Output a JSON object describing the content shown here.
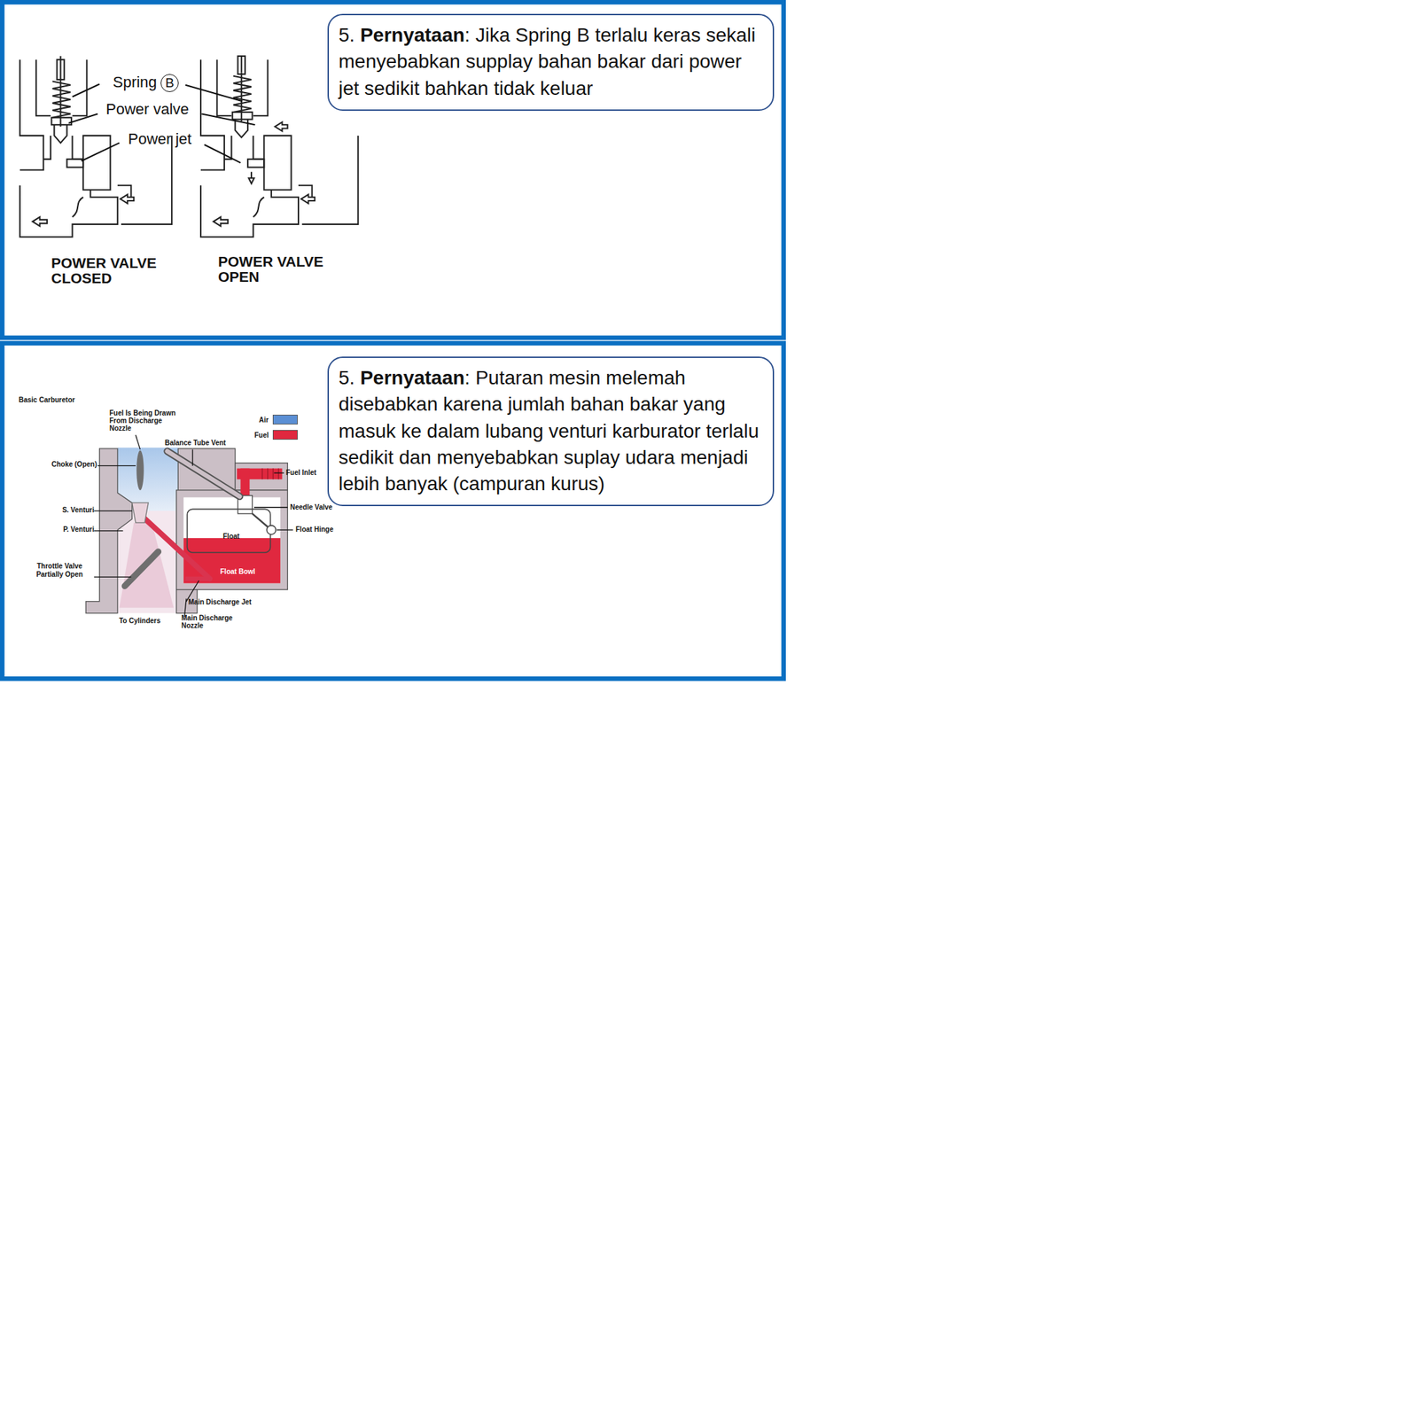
{
  "diagram": {
    "nodes": [
      {
        "text": [
          "5. Pernyataan: Jika Spring B terlalu keras sekali menyebabkan supplay bahan bakar dari power jet sedikit bahkan tidak keluar"
        ]
      },
      {
        "text": [
          "5. Pernyataan: Putaran mesin melemah disebabkan karena jumlah bahan bakar yang masuk ke dalam lubang venturi karburator terlalu sedikit dan menyebabkan suplay udara menjadi lebih banyak (campuran kurus)"
        ]
      }
    ],
    "edges": [],
    "labels": [
      "Spring",
      "B",
      "Power valve",
      "Power jet",
      "POWER VALVE CLOSED",
      "POWER VALVE OPEN",
      "Basic Carburetor",
      "Fuel Is Being Drawn From Discharge Nozzle",
      "Balance Tube Vent",
      "Choke (Open)",
      "Fuel Inlet",
      "S. Venturi",
      "Needle Valve",
      "P. Venturi",
      "Float Hinge",
      "Float",
      "Float Bowl",
      "Throttle Valve Partially Open",
      "Main Discharge Jet",
      "To Cylinders",
      "Main Discharge Nozzle"
    ],
    "legend": [
      {
        "text": "Air",
        "color": "#5b8fd4"
      },
      {
        "text": "Fuel",
        "color": "#e0283f"
      }
    ]
  }
}
